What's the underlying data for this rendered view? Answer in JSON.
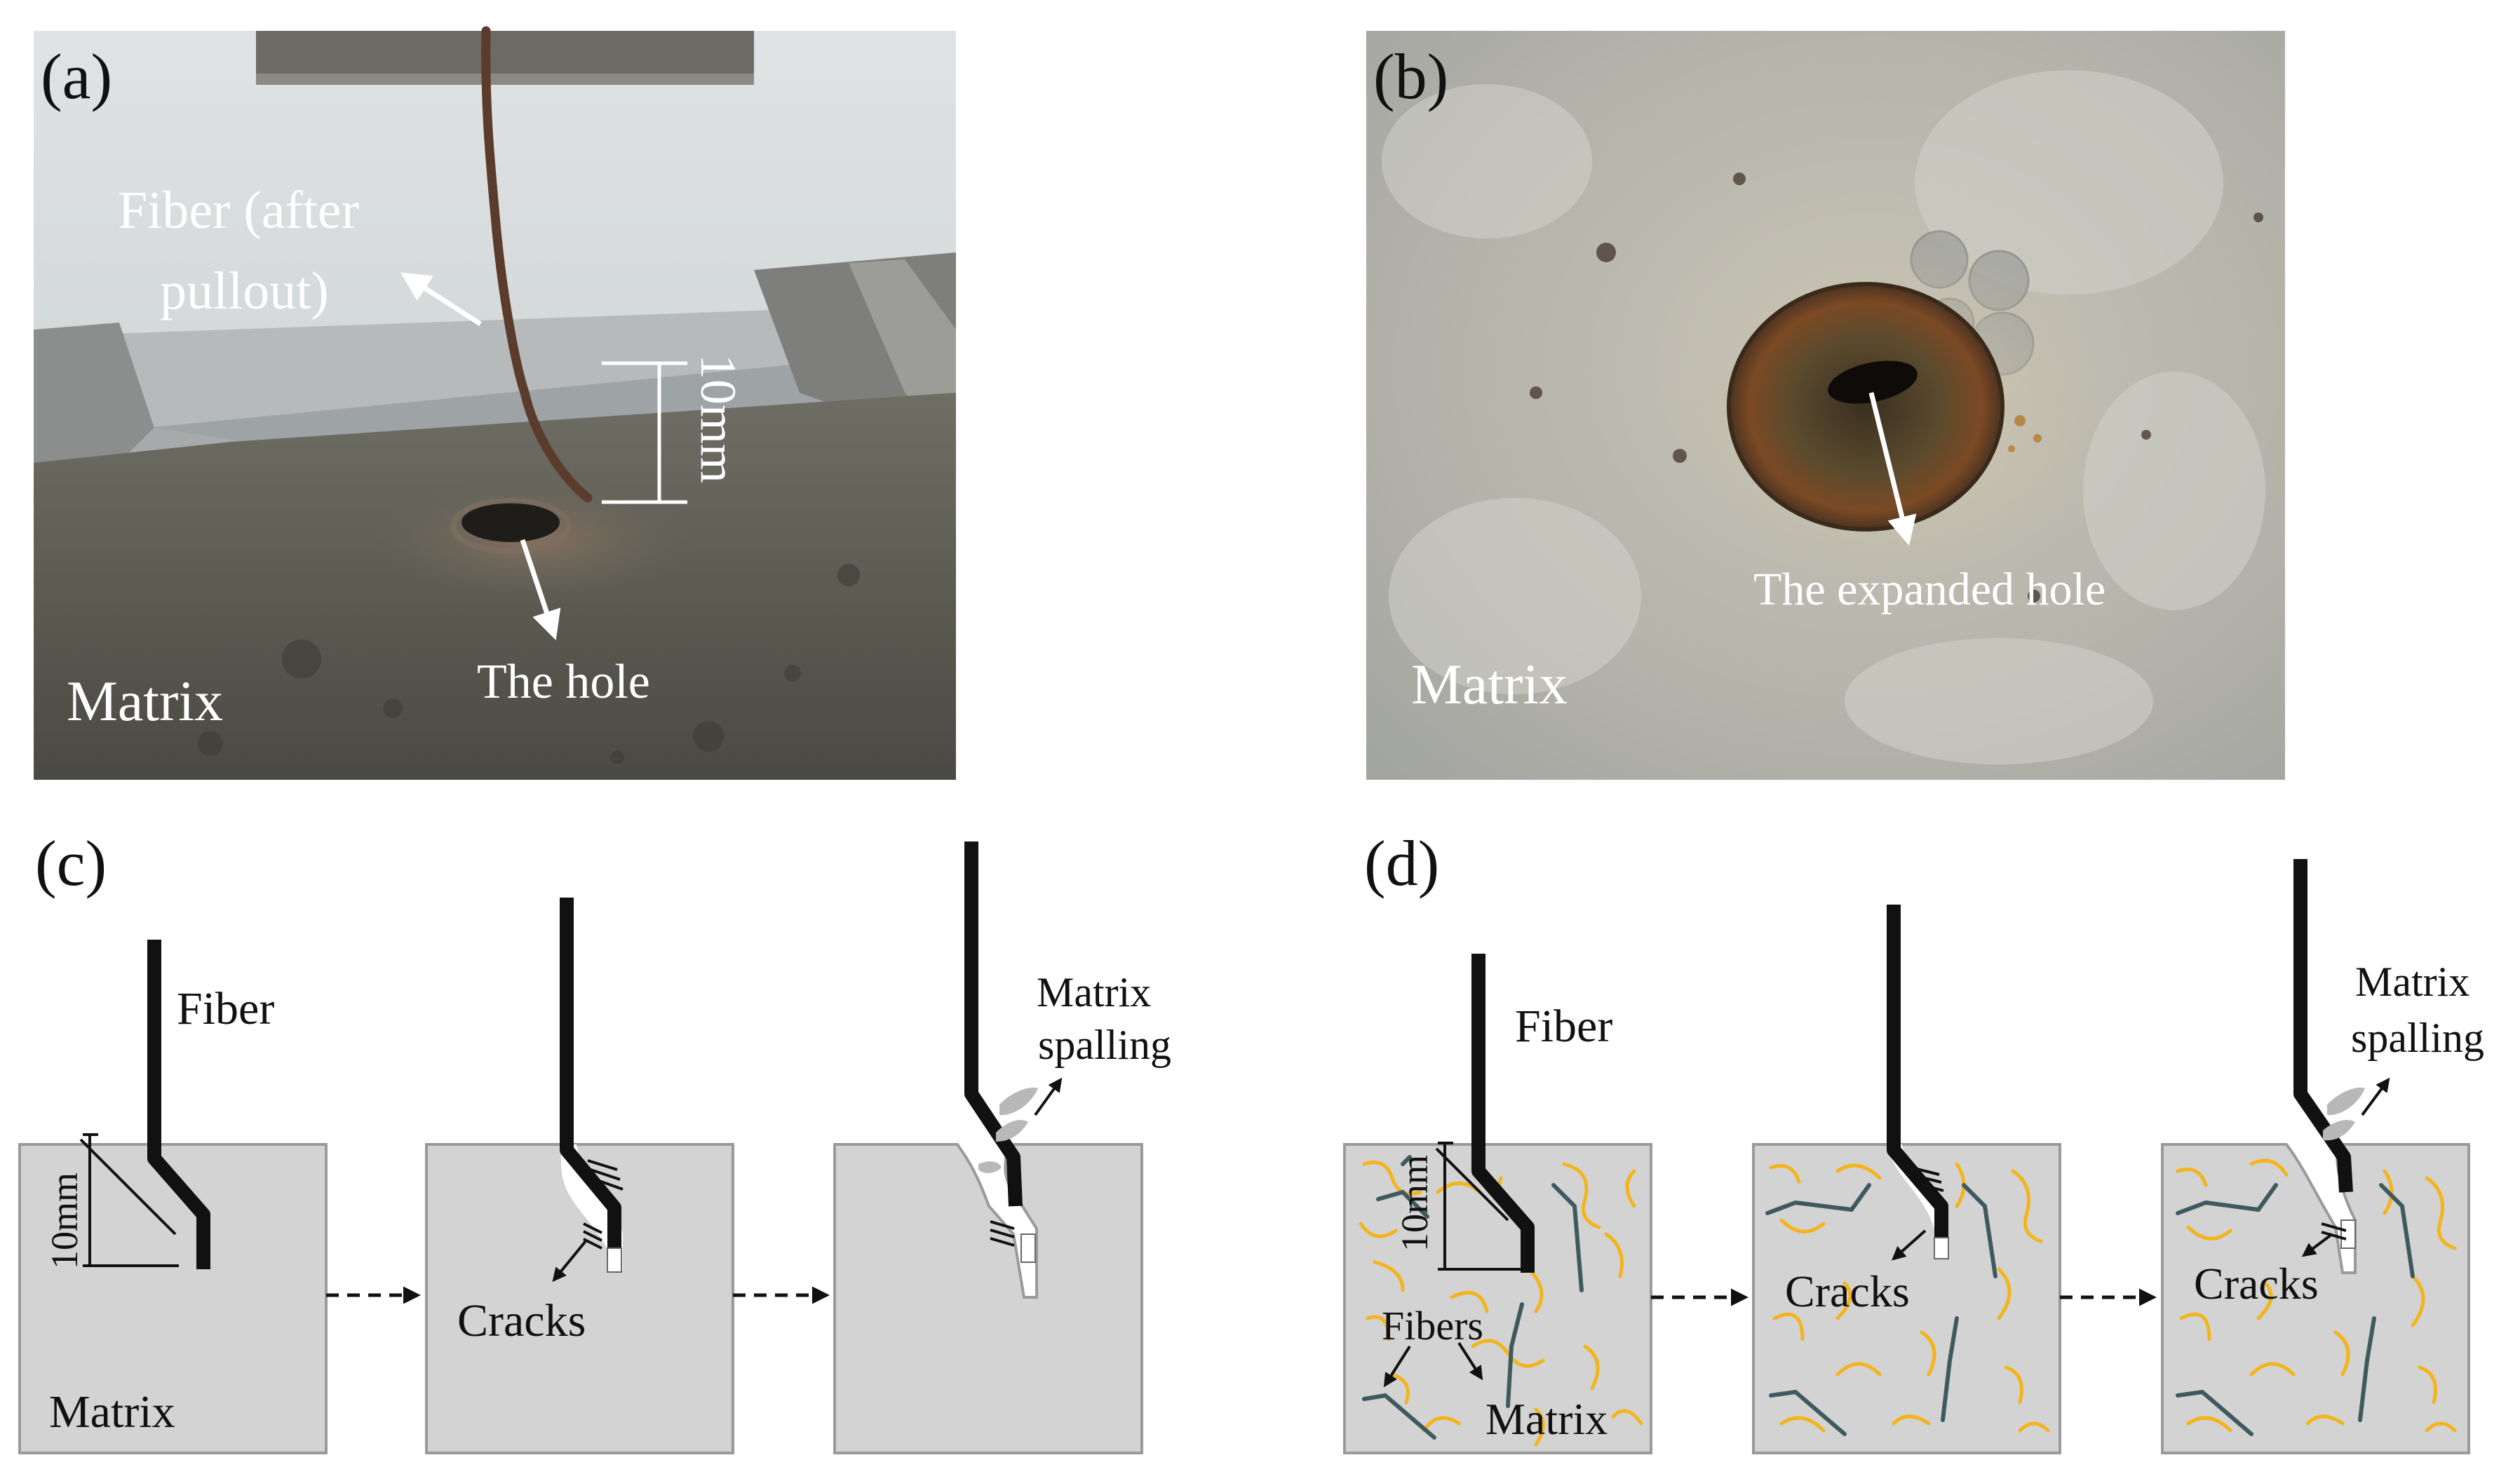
{
  "panel_a": {
    "letter": "(a)",
    "fiber_label_line1": "Fiber (after",
    "fiber_label_line2": "pullout)",
    "dimension_label": "10mm",
    "hole_label": "The hole",
    "matrix_label": "Matrix"
  },
  "panel_b": {
    "letter": "(b)",
    "hole_label": "The expanded hole",
    "matrix_label": "Matrix"
  },
  "panel_c": {
    "letter": "(c)",
    "fiber_label": "Fiber",
    "dimension_label": "10mm",
    "cracks_label": "Cracks",
    "matrix_label": "Matrix",
    "spalling_line1": "Matrix",
    "spalling_line2": "spalling"
  },
  "panel_d": {
    "letter": "(d)",
    "fiber_label": "Fiber",
    "dimension_label": "10mm",
    "fibers_label": "Fibers",
    "matrix_label": "Matrix",
    "cracks_label_2": "Cracks",
    "cracks_label_3": "Cracks",
    "spalling_line1": "Matrix",
    "spalling_line2": "spalling"
  },
  "colors": {
    "matrix_fill": "#d3d3d3",
    "matrix_stroke": "#9a9a9a",
    "fiber": "#111111",
    "steel_fiber": "#3f5a5f",
    "pp_fiber": "#f4b41a",
    "spall": "#b8b8b8"
  }
}
